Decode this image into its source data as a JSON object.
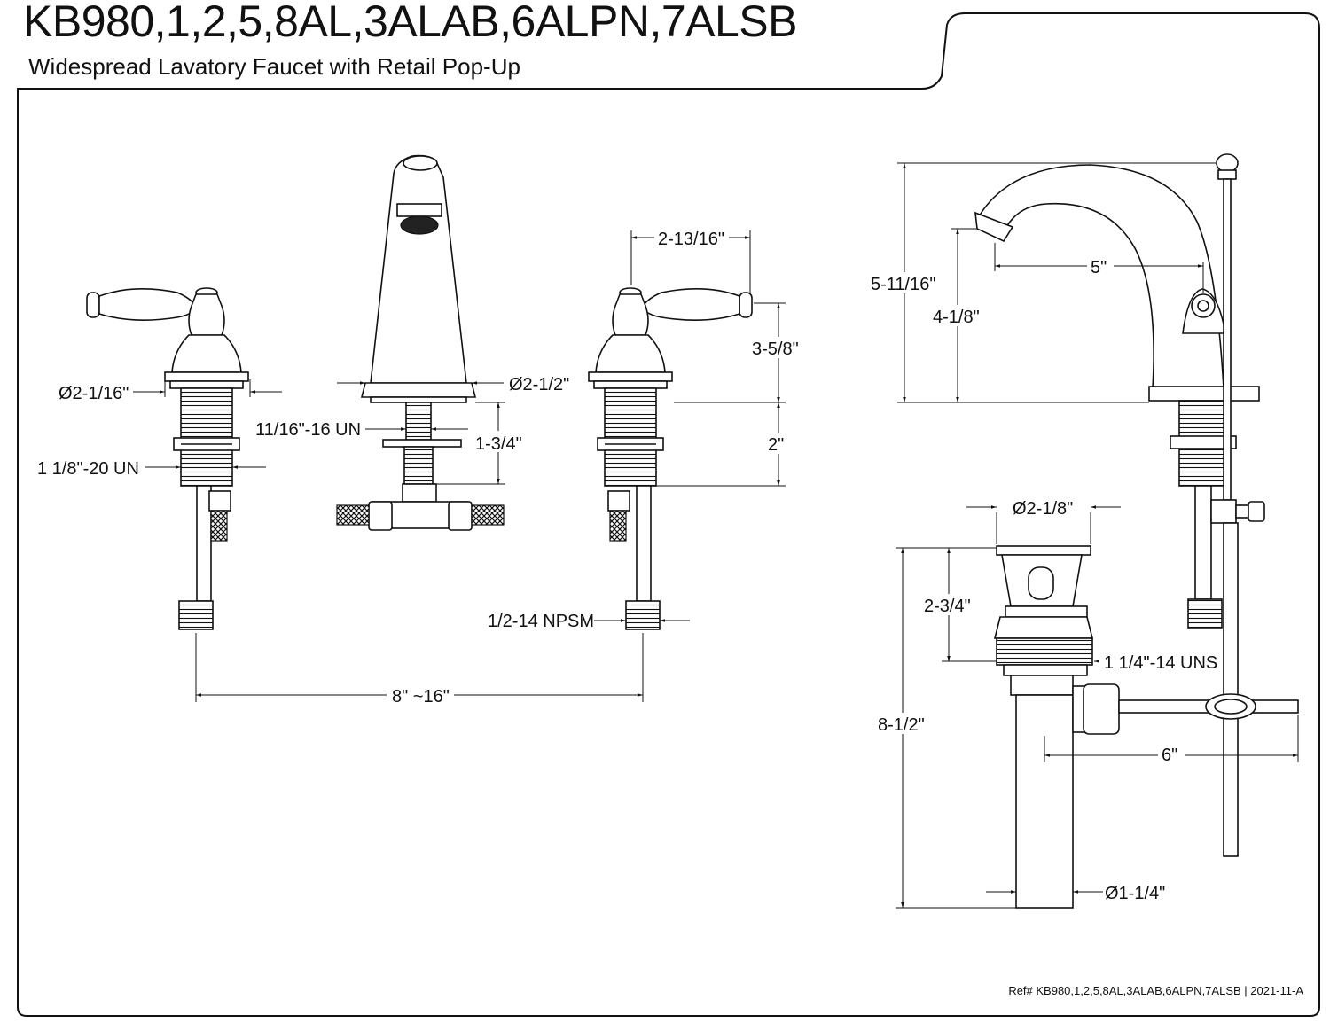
{
  "header": {
    "title": "KB980,1,2,5,8AL,3ALAB,6ALPN,7ALSB",
    "subtitle": "Widespread Lavatory Faucet with Retail Pop-Up"
  },
  "footer": {
    "reference": "Ref# KB980,1,2,5,8AL,3ALAB,6ALPN,7ALSB | 2021-11-A"
  },
  "dimensions": {
    "handle_escutcheon_dia": "Ø2-1/16\"",
    "handle_thread": "1 1/8\"-20 UN",
    "spout_thread": "11/16\"-16 UN",
    "spout_base_dia": "Ø2-1/2\"",
    "spout_shank_length": "1-3/4\"",
    "handle_width": "2-13/16\"",
    "handle_height": "3-5/8\"",
    "handle_shank_length": "2\"",
    "supply_connection": "1/2-14 NPSM",
    "spread": "8\" ~16\"",
    "overall_height": "5-11/16\"",
    "spout_outlet_height": "4-1/8\"",
    "spout_reach": "5\"",
    "drain_flange_dia": "Ø2-1/8\"",
    "drain_body_height": "2-3/4\"",
    "drain_thread": "1 1/4\"-14 UNS",
    "drain_overall_length": "8-1/2\"",
    "pivot_rod_length": "6\"",
    "tailpiece_dia": "Ø1-1/4\""
  },
  "colors": {
    "line": "#111111",
    "background": "#ffffff"
  }
}
